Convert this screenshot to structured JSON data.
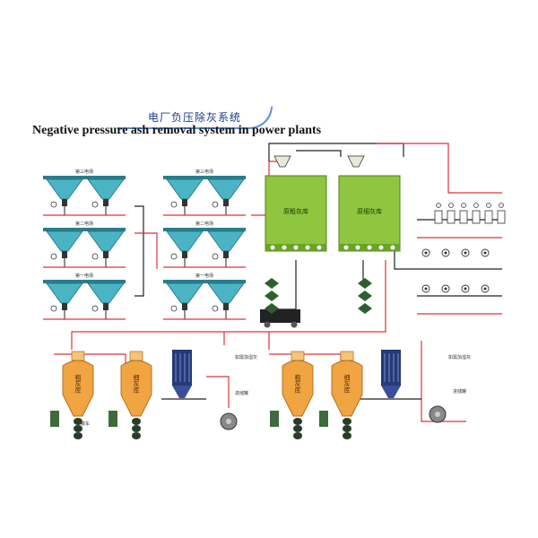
{
  "title": {
    "chinese": "电厂负压除灰系统",
    "english": "Negative pressure ash removal system in power plants"
  },
  "boiler_groups": {
    "left": [
      "第三电场",
      "第二电场",
      "第一电场"
    ],
    "right": [
      "第三电场",
      "第二电场",
      "第一电场"
    ]
  },
  "silos_green": [
    "原粗灰库",
    "原细灰库"
  ],
  "silos_orange": [
    "粗灰库",
    "细灰库",
    "粗灰库",
    "细灰库"
  ],
  "notes": {
    "left_note": "如需加湿灰",
    "right_note": "如需加湿灰",
    "left_unload": "进储罐",
    "right_unload": "进储罐",
    "truck": "装车"
  },
  "colors": {
    "green_silo": "#8ec63f",
    "orange_silo": "#f0a442",
    "hopper_teal": "#4bb4c4",
    "pipe_red": "#e0323a",
    "pipe_black": "#222222",
    "navy_filter": "#263a7a"
  }
}
